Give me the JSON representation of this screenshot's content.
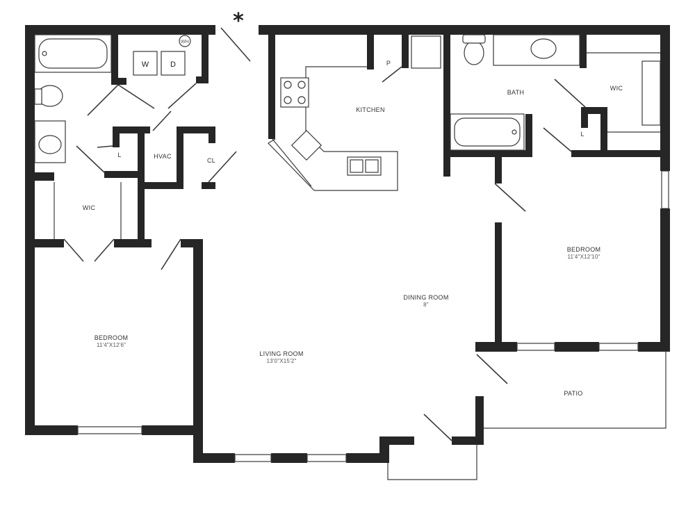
{
  "plan": {
    "marker": "*",
    "rooms": {
      "kitchen": {
        "label": "KITCHEN"
      },
      "bath": {
        "label": "BATH"
      },
      "wic_bath": {
        "label": "WIC"
      },
      "wic_left": {
        "label": "WIC"
      },
      "hvac": {
        "label": "HVAC"
      },
      "closet": {
        "label": "CL"
      },
      "linen_left": {
        "label": "L"
      },
      "linen_right": {
        "label": "L"
      },
      "pantry": {
        "label": "P"
      },
      "bedroom_left": {
        "label": "BEDROOM",
        "size": "11'4\"X12'6\""
      },
      "bedroom_right": {
        "label": "BEDROOM",
        "size": "11'4\"X12'10\""
      },
      "living_room": {
        "label": "LIVING ROOM",
        "size": "13'0\"X15'2\""
      },
      "dining_room": {
        "label": "DINING ROOM",
        "size": "8\""
      },
      "patio": {
        "label": "PATIO"
      }
    },
    "fixtures": {
      "washer": "W",
      "dryer": "D",
      "water_heater": "WH"
    }
  }
}
